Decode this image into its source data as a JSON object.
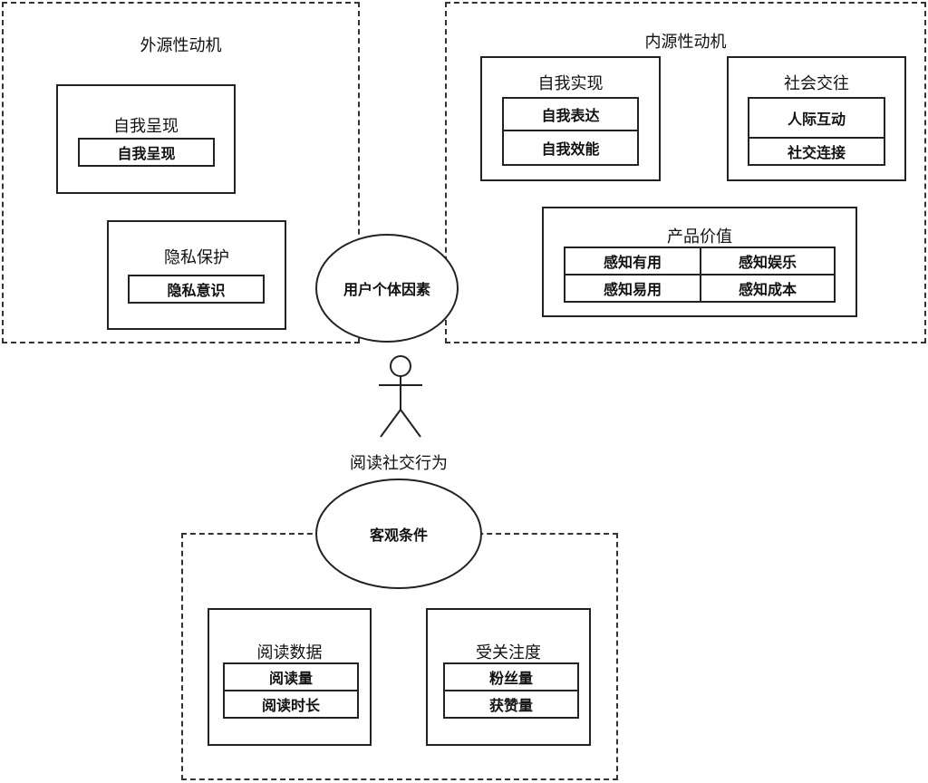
{
  "external": {
    "title": "外源性动机",
    "self_presentation": {
      "title": "自我呈现",
      "items": [
        "自我呈现"
      ]
    },
    "privacy": {
      "title": "隐私保护",
      "items": [
        "隐私意识"
      ]
    }
  },
  "internal": {
    "title": "内源性动机",
    "self_actualization": {
      "title": "自我实现",
      "items": [
        "自我表达",
        "自我效能"
      ]
    },
    "social": {
      "title": "社会交往",
      "items": [
        "人际互动",
        "社交连接"
      ]
    },
    "product_value": {
      "title": "产品价值",
      "items": [
        "感知有用",
        "感知娱乐",
        "感知易用",
        "感知成本"
      ]
    }
  },
  "user_factors": "用户个体因素",
  "actor_label": "阅读社交行为",
  "objective": {
    "title": "客观条件",
    "reading_data": {
      "title": "阅读数据",
      "items": [
        "阅读量",
        "阅读时长"
      ]
    },
    "attention": {
      "title": "受关注度",
      "items": [
        "粉丝量",
        "获赞量"
      ]
    }
  }
}
